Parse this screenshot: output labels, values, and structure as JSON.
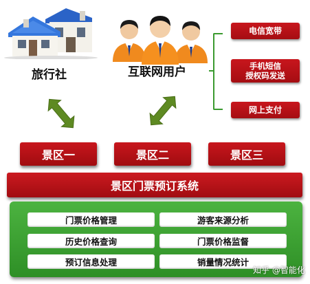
{
  "sources": {
    "agency_label": "旅行社",
    "users_label": "互联网用户"
  },
  "payment_methods": [
    {
      "label": "电信宽带"
    },
    {
      "label_line1": "手机短信",
      "label_line2": "授权码发送"
    },
    {
      "label": "网上支付"
    }
  ],
  "scenic_areas": [
    {
      "label": "景区一"
    },
    {
      "label": "景区二"
    },
    {
      "label": "景区三"
    }
  ],
  "system": {
    "title": "景区门票预订系统"
  },
  "functions": [
    {
      "label": "门票价格管理"
    },
    {
      "label": "游客来源分析"
    },
    {
      "label": "历史价格查询"
    },
    {
      "label": "门票价格监督"
    },
    {
      "label": "预订信息处理"
    },
    {
      "label": "销量情况统计"
    }
  ],
  "watermark": "知乎 @智能化",
  "colors": {
    "red": "#b3121a",
    "green": "#3ea534",
    "arrow_green": "#5e8a22"
  }
}
